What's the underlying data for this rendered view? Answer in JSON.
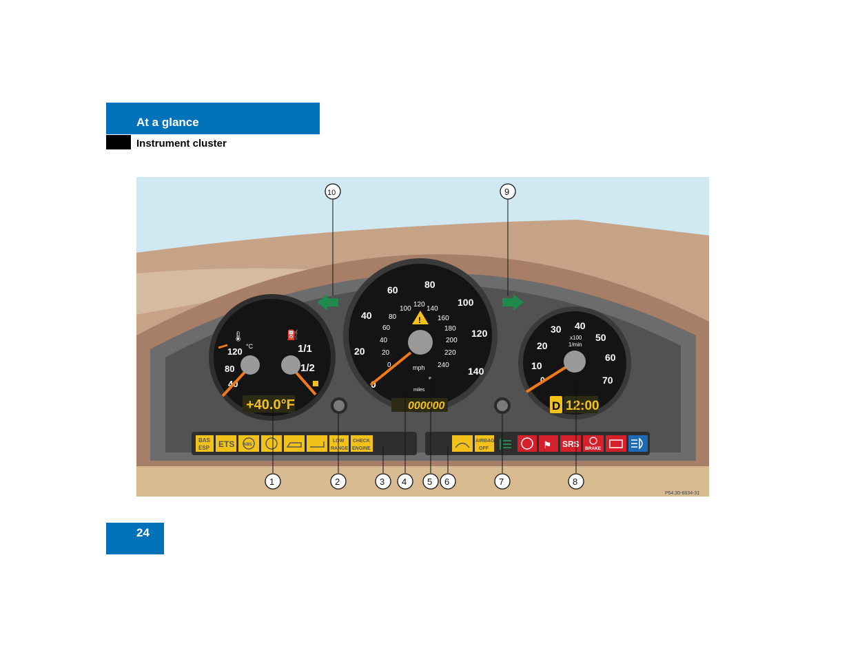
{
  "header": {
    "section": "At a glance",
    "subsection": "Instrument cluster"
  },
  "page_number": "24",
  "figure": {
    "reference": "P54.30-6834-31",
    "callouts": [
      "1",
      "2",
      "3",
      "4",
      "5",
      "6",
      "7",
      "8",
      "9",
      "10"
    ],
    "speedometer": {
      "mph_ticks": [
        "0",
        "20",
        "40",
        "60",
        "80",
        "100",
        "120",
        "140"
      ],
      "kmh_ticks": [
        "0",
        "20",
        "40",
        "60",
        "80",
        "100",
        "120",
        "140",
        "160",
        "180",
        "200",
        "220",
        "240"
      ],
      "unit_label": "mph",
      "odometer_unit": "miles",
      "odometer_value": "000000"
    },
    "tachometer": {
      "ticks": [
        "0",
        "10",
        "20",
        "30",
        "40",
        "50",
        "60",
        "70"
      ],
      "unit_label": "x100",
      "unit_label2": "1/min",
      "gear": "D",
      "clock": "12:00"
    },
    "left_gauge": {
      "temp_ticks": [
        "40",
        "80",
        "120"
      ],
      "temp_unit": "°C",
      "fuel_full": "1/1",
      "fuel_half": "1/2",
      "outside_temp": "+40.0°F"
    },
    "indicators_left": [
      "BAS ESP",
      "ETS",
      "ABS",
      "(!)",
      "oil",
      "coolant",
      "LOW RANGE",
      "CHECK ENGINE"
    ],
    "indicators_left_text": {
      "bas": "BAS",
      "esp": "ESP",
      "ets": "ETS",
      "abs": "ABS",
      "low": "LOW",
      "range": "RANGE",
      "check": "CHECK",
      "engine": "ENGINE"
    },
    "indicators_right_text": {
      "airbag": "AIRBAG",
      "off": "OFF",
      "srs": "SRS",
      "brake": "BRAKE"
    },
    "colors": {
      "sky": "#cfe8f2",
      "dash": "#b89374",
      "bezel": "#5a5a5a",
      "panel": "#3c3c3c",
      "needle": "#f07a1a",
      "amber": "#f3c21a",
      "red": "#d4202a",
      "green": "#1f8a4c",
      "blue_header": "#0072b9"
    }
  }
}
